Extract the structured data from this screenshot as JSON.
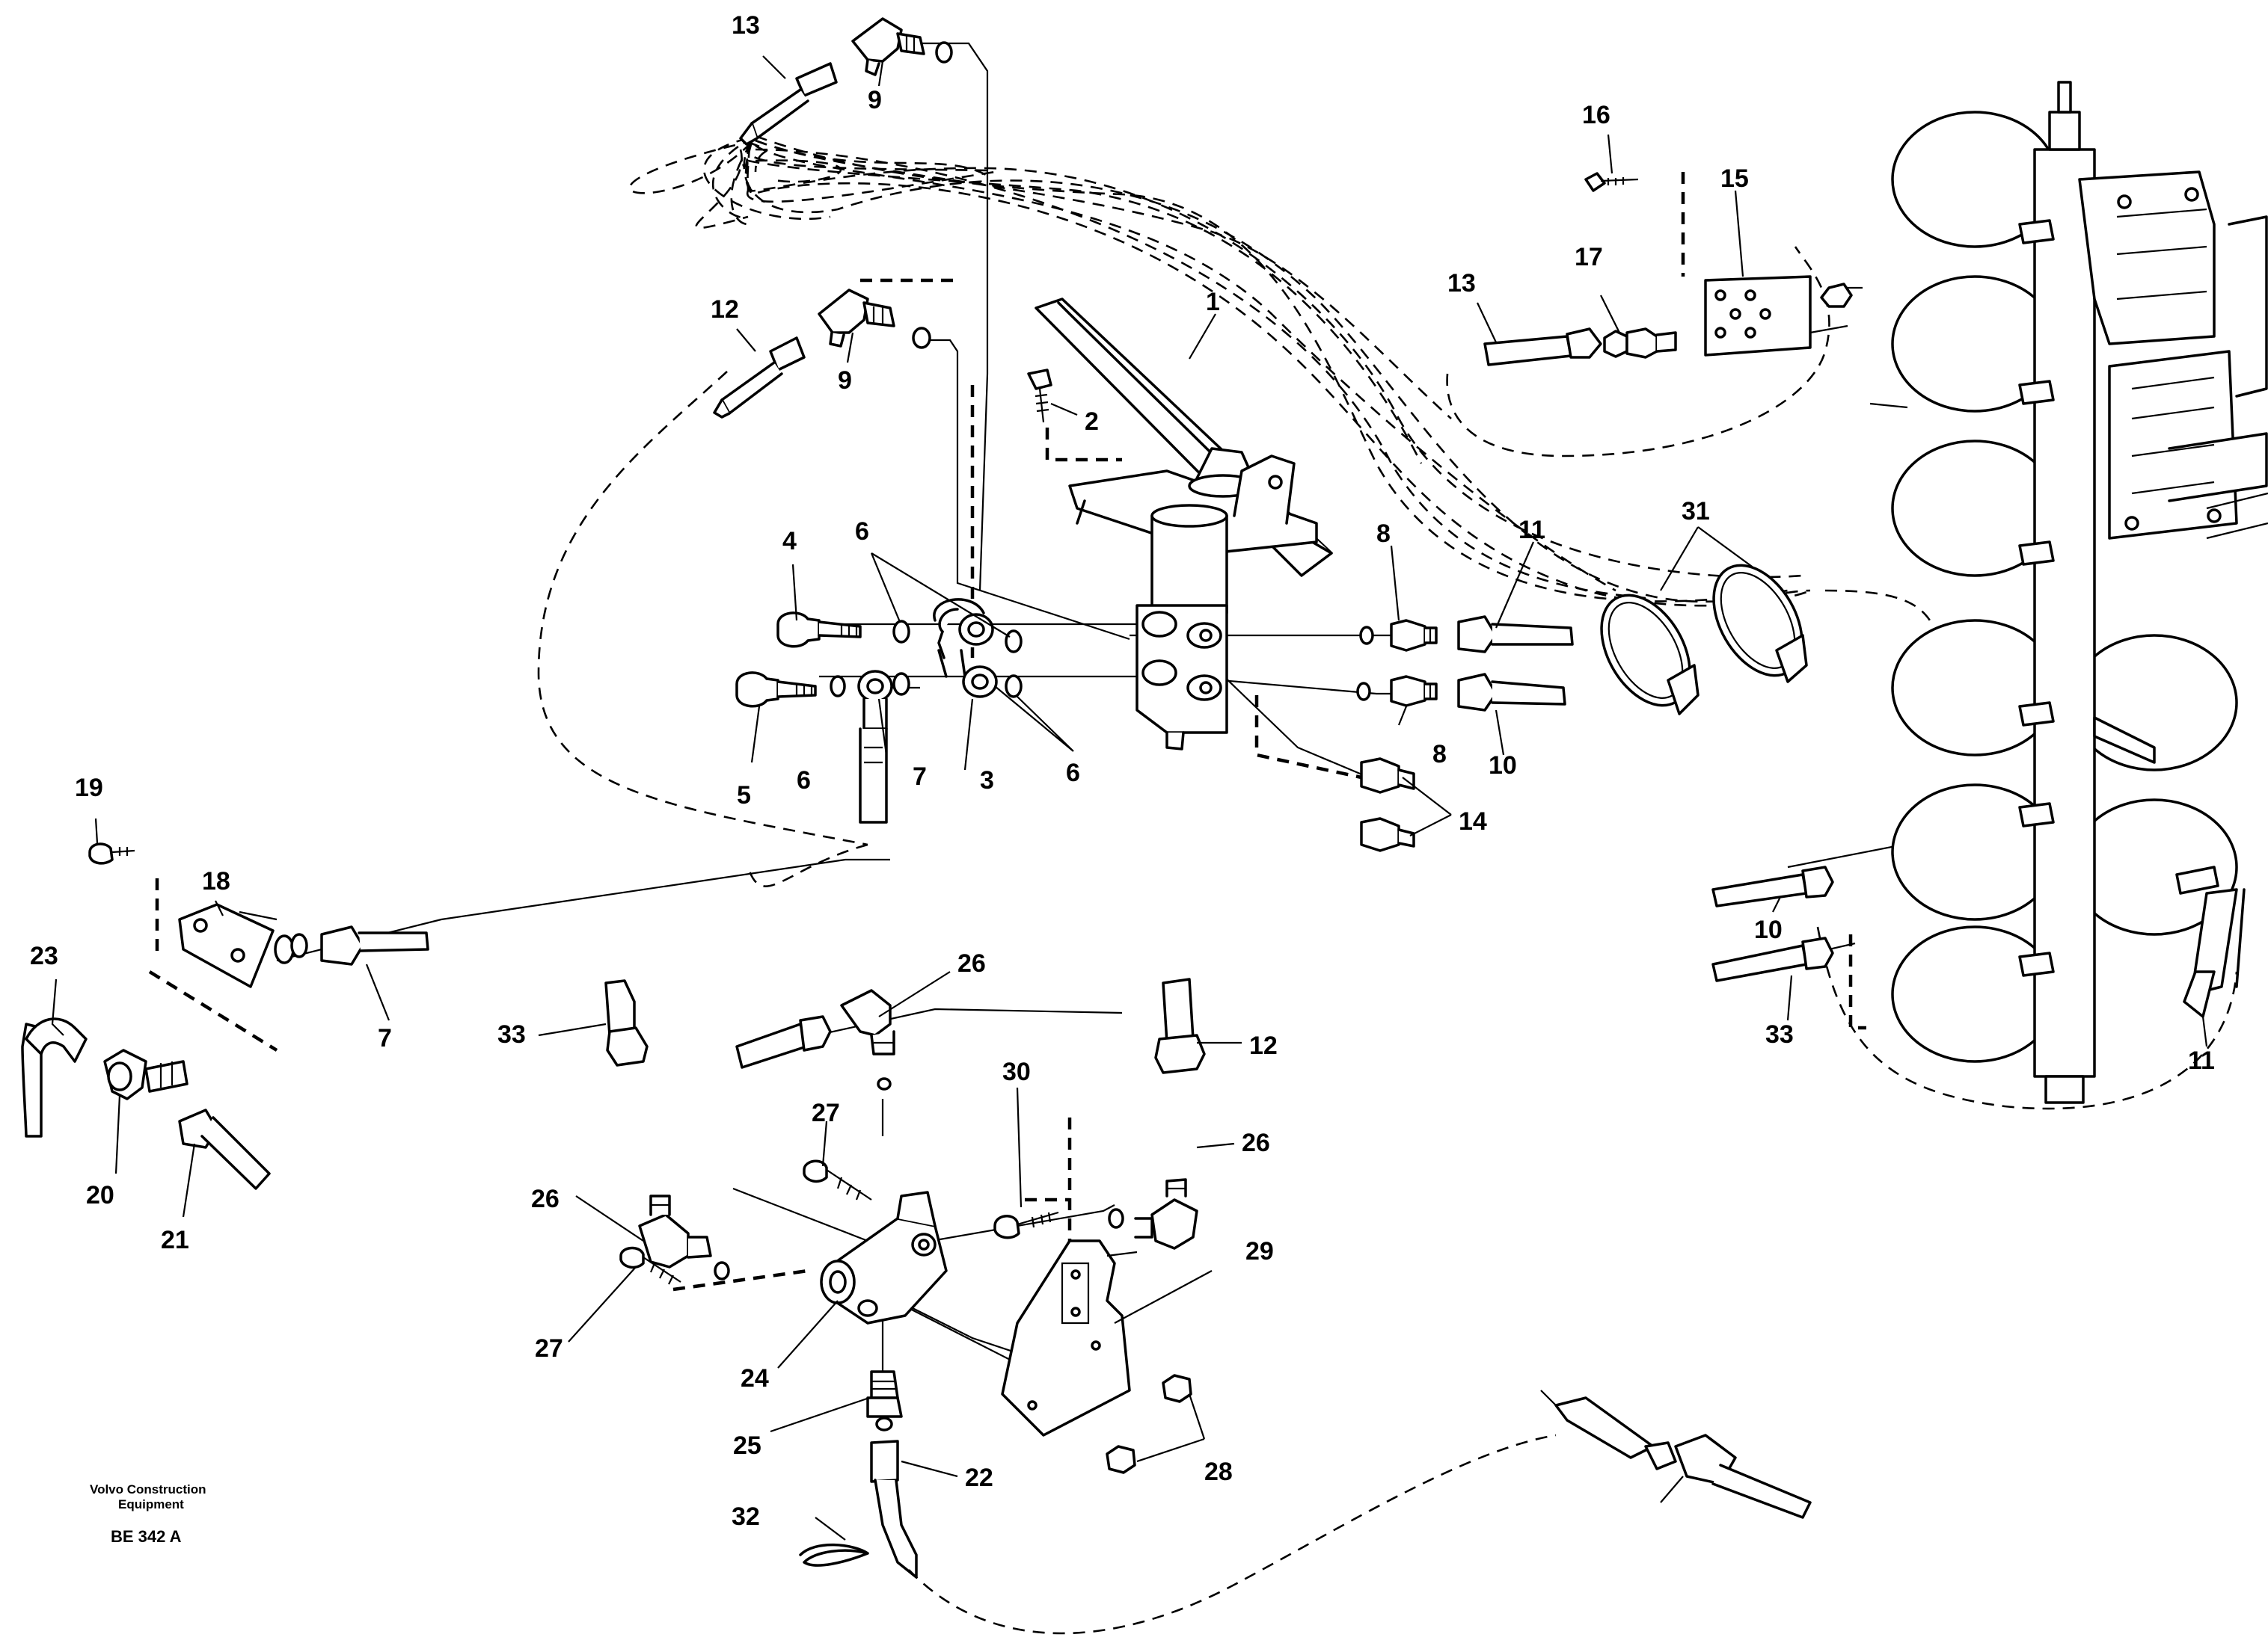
{
  "callouts": {
    "c1": "1",
    "c2": "2",
    "c3": "3",
    "c4": "4",
    "c5": "5",
    "c6a": "6",
    "c6b": "6",
    "c6c": "6",
    "c7a": "7",
    "c7b": "7",
    "c8a": "8",
    "c8b": "8",
    "c9a": "9",
    "c9b": "9",
    "c10a": "10",
    "c10b": "10",
    "c11a": "11",
    "c11b": "11",
    "c12a": "12",
    "c12b": "12",
    "c13a": "13",
    "c13b": "13",
    "c14": "14",
    "c15": "15",
    "c16": "16",
    "c17": "17",
    "c18": "18",
    "c19": "19",
    "c20": "20",
    "c21": "21",
    "c22": "22",
    "c23": "23",
    "c24": "24",
    "c25": "25",
    "c26a": "26",
    "c26b": "26",
    "c26c": "26",
    "c27a": "27",
    "c27b": "27",
    "c28": "28",
    "c29": "29",
    "c30": "30",
    "c31": "31",
    "c32": "32",
    "c33a": "33",
    "c33b": "33"
  },
  "footer": {
    "brand_line1": "Volvo Construction",
    "brand_line2": "Equipment",
    "drawing_code": "BE 342 A"
  }
}
